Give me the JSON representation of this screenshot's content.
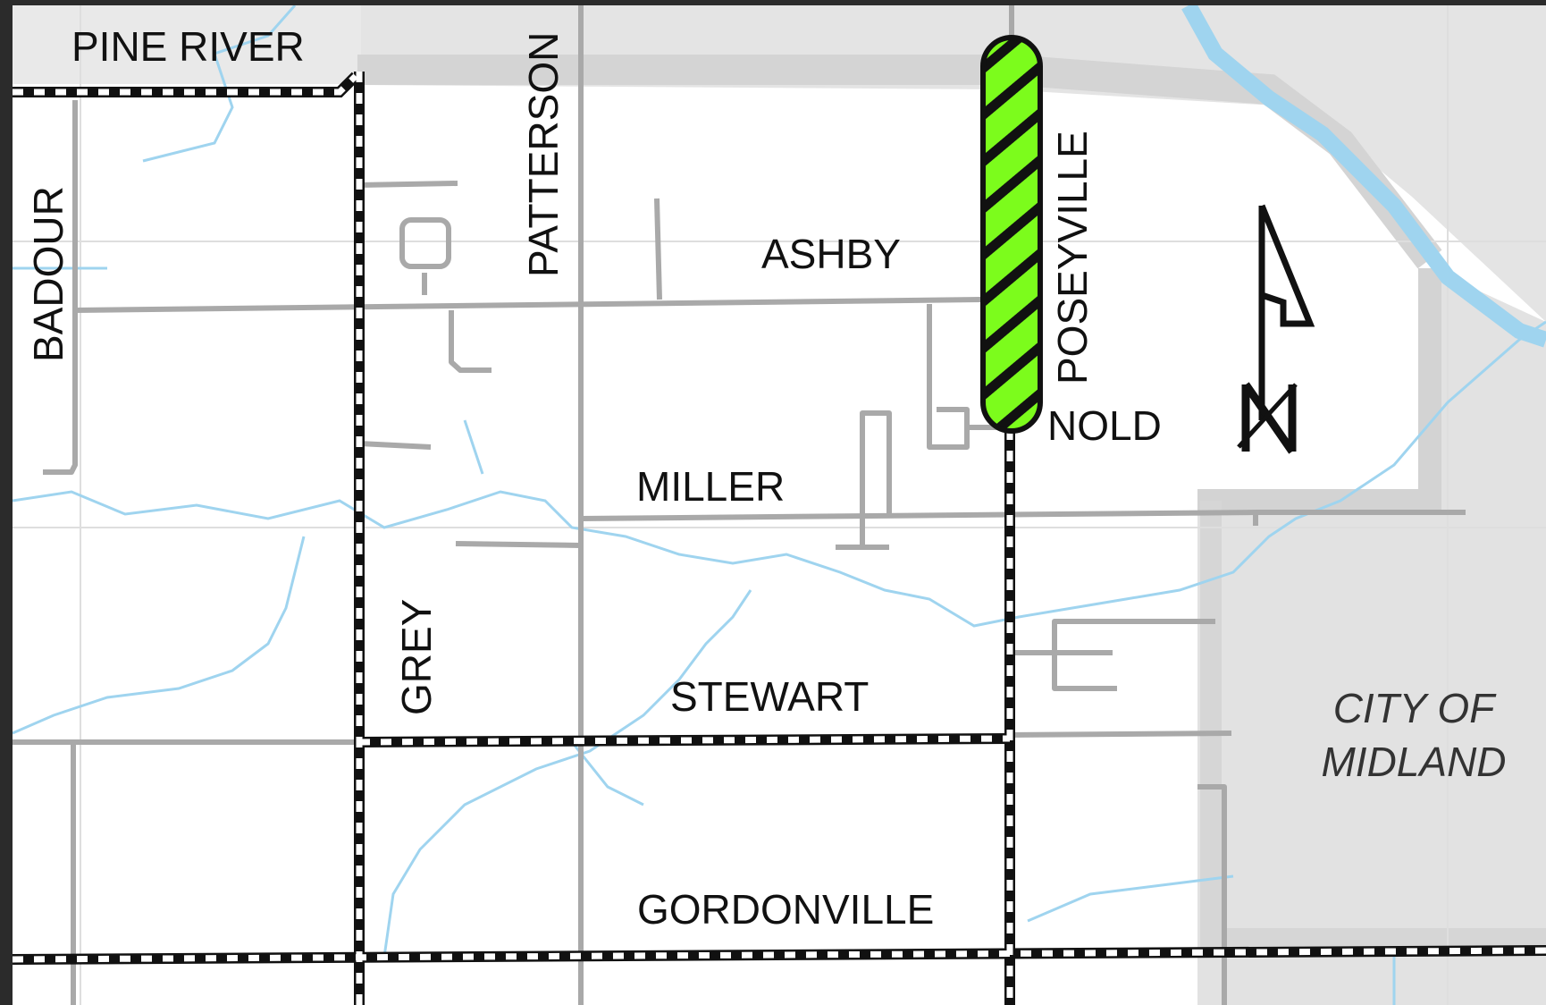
{
  "map": {
    "roads": {
      "pine_river": "PINE RIVER",
      "badour": "BADOUR",
      "patterson": "PATTERSON",
      "ashby": "ASHBY",
      "poseyville": "POSEYVILLE",
      "nold": "NOLD",
      "miller": "MILLER",
      "grey": "GREY",
      "stewart": "STEWART",
      "gordonville": "GORDONVILLE"
    },
    "city": {
      "line1": "CITY OF",
      "line2": "MIDLAND"
    },
    "colors": {
      "highlight": "#7CFC1C",
      "road": "#a9a9a9",
      "river": "#9fd4ef",
      "city_area": "#e2e2e2",
      "background": "#ffffff",
      "frame": "#2b2b2b"
    },
    "icons": {
      "north_arrow": "north-arrow-icon"
    }
  }
}
